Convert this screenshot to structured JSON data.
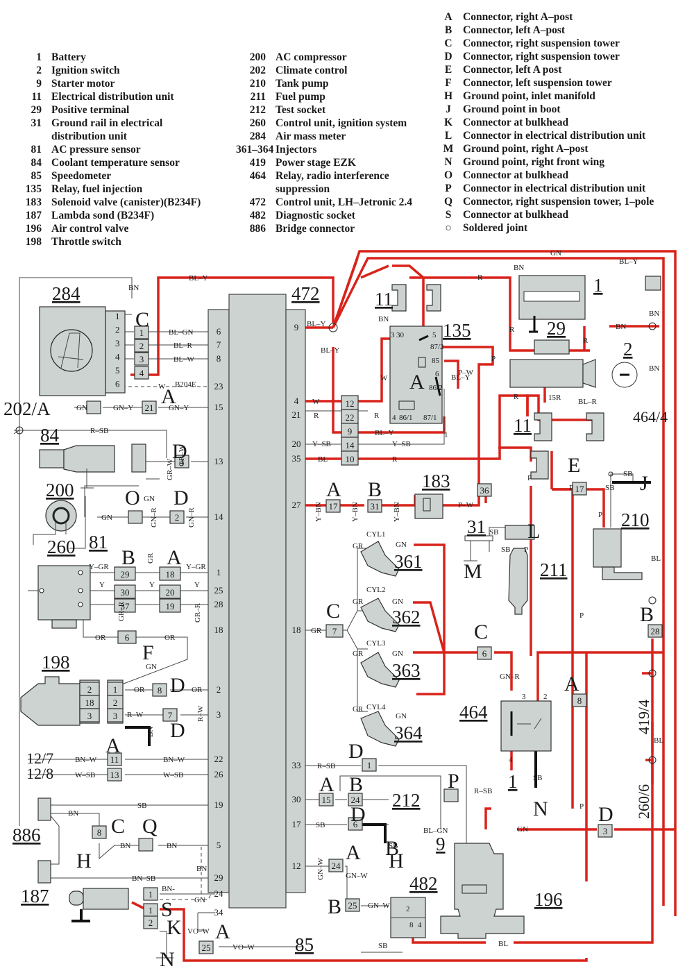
{
  "legend_components_1": [
    {
      "num": "1",
      "label": "Battery"
    },
    {
      "num": "2",
      "label": "Ignition switch"
    },
    {
      "num": "9",
      "label": "Starter motor"
    },
    {
      "num": "11",
      "label": "Electrical distribution unit"
    },
    {
      "num": "29",
      "label": "Positive terminal"
    },
    {
      "num": "31",
      "label": "Ground rail in electrical",
      "cont": "distribution unit"
    },
    {
      "num": "81",
      "label": "AC pressure sensor"
    },
    {
      "num": "84",
      "label": "Coolant temperature sensor"
    },
    {
      "num": "85",
      "label": "Speedometer"
    },
    {
      "num": "135",
      "label": "Relay, fuel injection"
    },
    {
      "num": "183",
      "label": "Solenoid valve (canister)(B234F)"
    },
    {
      "num": "187",
      "label": "Lambda sond (B234F)"
    },
    {
      "num": "196",
      "label": "Air control valve"
    },
    {
      "num": "198",
      "label": "Throttle switch"
    }
  ],
  "legend_components_2": [
    {
      "num": "200",
      "label": "AC compressor"
    },
    {
      "num": "202",
      "label": "Climate control"
    },
    {
      "num": "210",
      "label": "Tank pump"
    },
    {
      "num": "211",
      "label": "Fuel pump"
    },
    {
      "num": "212",
      "label": "Test socket"
    },
    {
      "num": "260",
      "label": "Control unit, ignition system"
    },
    {
      "num": "284",
      "label": "Air mass meter"
    },
    {
      "num": "361–364",
      "label": "Injectors"
    },
    {
      "num": "419",
      "label": "Power stage EZK"
    },
    {
      "num": "464",
      "label": "Relay, radio interference",
      "cont": "suppression"
    },
    {
      "num": "472",
      "label": "Control unit, LH–Jetronic 2.4"
    },
    {
      "num": "482",
      "label": "Diagnostic socket"
    },
    {
      "num": "886",
      "label": "Bridge connector"
    }
  ],
  "legend_connectors": [
    {
      "num": "A",
      "label": "Connector, right A–post"
    },
    {
      "num": "B",
      "label": "Connector, left A–post"
    },
    {
      "num": "C",
      "label": "Connector, right suspension tower"
    },
    {
      "num": "D",
      "label": "Connector, right suspension tower"
    },
    {
      "num": "E",
      "label": "Connector, left A post"
    },
    {
      "num": "F",
      "label": "Connector, left suspension tower"
    },
    {
      "num": "H",
      "label": "Ground point, inlet manifold"
    },
    {
      "num": "J",
      "label": "Ground point in boot"
    },
    {
      "num": "K",
      "label": "Connector at bulkhead"
    },
    {
      "num": "L",
      "label": "Connector in electrical distribution unit"
    },
    {
      "num": "M",
      "label": "Ground point, right A–post"
    },
    {
      "num": "N",
      "label": "Ground point, right front wing"
    },
    {
      "num": "O",
      "label": "Connector at bulkhead"
    },
    {
      "num": "P",
      "label": "Connector in electrical distribution unit"
    },
    {
      "num": "Q",
      "label": "Connector, right suspension tower, 1–pole"
    },
    {
      "num": "S",
      "label": "Connector at bulkhead"
    },
    {
      "num": "○",
      "label": "Soldered joint"
    }
  ],
  "colors": {
    "power_wire": "#d8231b",
    "component_fill": "#ccd3d1",
    "line": "#444444"
  },
  "components": {
    "c284": "284",
    "c472": "472",
    "c84": "84",
    "c200": "200",
    "c260": "260",
    "c81": "81",
    "c198": "198",
    "c886": "886",
    "c187": "187",
    "c85": "85",
    "c135": "135",
    "c1": "1",
    "c29": "29",
    "c2": "2",
    "c11a": "11",
    "c11b": "11",
    "c183": "183",
    "c31": "31",
    "c211": "211",
    "c210": "210",
    "c361": "361",
    "c362": "362",
    "c363": "363",
    "c364": "364",
    "c464": "464",
    "c212": "212",
    "c9": "9",
    "c482": "482",
    "c196": "196",
    "c1b": "1",
    "c202a": "202/A",
    "c12_7": "12/7",
    "c12_8": "12/8",
    "c464_4": "464/4",
    "c419_4": "419/4",
    "c260_6": "260/6"
  },
  "ecu_pins_left": [
    "6",
    "7",
    "8",
    "23",
    "15",
    "13",
    "14",
    "1",
    "25",
    "28",
    "18",
    "2",
    "3",
    "22",
    "26",
    "19",
    "5",
    "29",
    "24",
    "34"
  ],
  "ecu_pins_right": [
    "9",
    "4",
    "21",
    "20",
    "35",
    "27",
    "18",
    "33",
    "30",
    "17",
    "12"
  ],
  "wires": {
    "bl_y": "BL–Y",
    "bl_gn": "BL–GN",
    "bl_r": "BL–R",
    "bl_w": "BL–W",
    "w": "W",
    "b204e": "B204E",
    "gn": "GN",
    "gn_y": "GN–Y",
    "r_sb": "R–SB",
    "gr_w": "GR–W",
    "gn_r": "GN–R",
    "y_gr": "Y–GR",
    "y": "Y",
    "gr_r": "GR–R",
    "gr": "GR",
    "or": "OR",
    "r_w": "R–W",
    "bn": "BN",
    "bn_w": "BN–W",
    "w_sb": "W–SB",
    "sb": "SB",
    "bn_sb": "BN–SB",
    "vo_w": "VO–W",
    "r": "R",
    "y_sb": "Y–SB",
    "bl": "BL",
    "y_bn": "Y–BN",
    "p_w": "P–W",
    "p": "P",
    "gn_w": "GN–W",
    "bl_gn2": "BL–GN",
    "cyl1": "CYL1",
    "cyl2": "CYL2",
    "cyl3": "CYL3",
    "cyl4": "CYL4",
    "r15": "15R",
    "bn_dash": "BN-"
  },
  "relay_pins": {
    "p30": "30",
    "p3": "3",
    "p5": "5",
    "p872": "87/2",
    "p85": "85",
    "p6": "6",
    "p862": "86/2",
    "p2": "2",
    "p4": "4",
    "p861": "86/1",
    "p871": "87/1",
    "p1": "1"
  },
  "connector_letters": [
    "C",
    "A",
    "D",
    "O",
    "D",
    "B",
    "A",
    "F",
    "D",
    "D",
    "A",
    "C",
    "Q",
    "H",
    "S",
    "K",
    "N",
    "A",
    "B",
    "A",
    "B",
    "C",
    "A",
    "B",
    "E",
    "J",
    "L",
    "M",
    "C",
    "B",
    "A",
    "D",
    "P",
    "D",
    "H",
    "A",
    "B",
    "N",
    "D",
    "H"
  ]
}
